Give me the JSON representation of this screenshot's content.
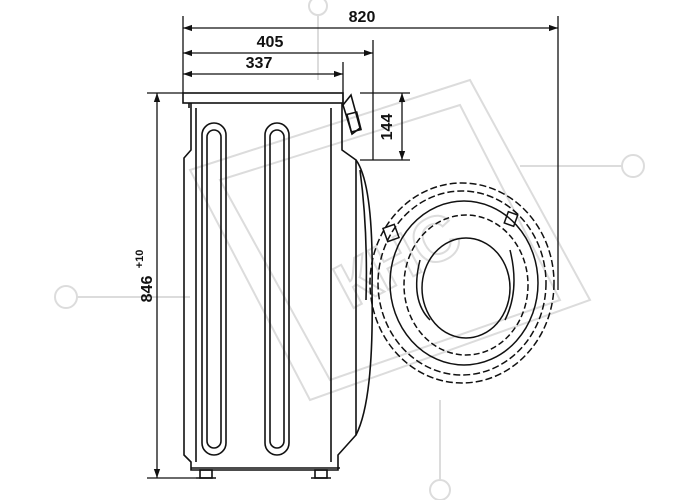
{
  "dimensions": {
    "total_depth": "820",
    "depth_with_door": "405",
    "body_depth": "337",
    "panel_height": "144",
    "height": "846",
    "height_tolerance": "+10"
  },
  "watermark": {
    "text": "КНС"
  },
  "colors": {
    "line": "#111111",
    "watermark": "#dcdcdc"
  }
}
